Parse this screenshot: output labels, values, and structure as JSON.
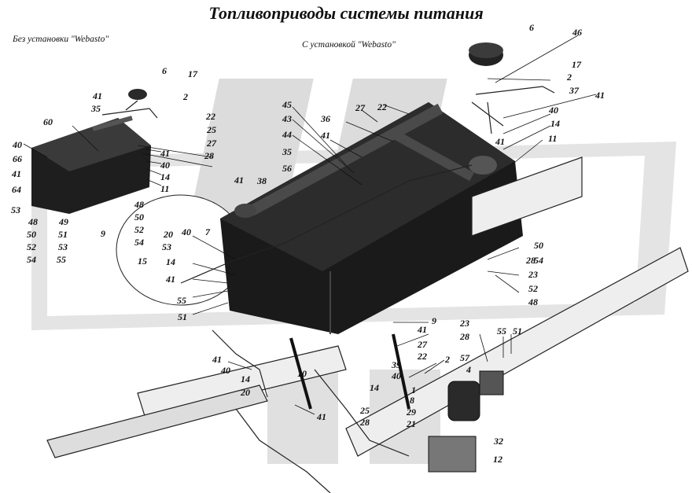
{
  "title": "Топливоприводы системы питания",
  "subtitle_left": "Без установки \"Webasto\"",
  "subtitle_right": "С установкой \"Webasto\"",
  "colors": {
    "line": "#111111",
    "tank": "#1a1a1a",
    "watermark": "#d6d6d6"
  },
  "callouts": [
    {
      "id": "c1",
      "text": "6"
    },
    {
      "id": "c2",
      "text": "17"
    },
    {
      "id": "c3",
      "text": "41"
    },
    {
      "id": "c4",
      "text": "35"
    },
    {
      "id": "c5",
      "text": "2"
    },
    {
      "id": "c6",
      "text": "22"
    },
    {
      "id": "c7",
      "text": "25"
    },
    {
      "id": "c8",
      "text": "27"
    },
    {
      "id": "c9",
      "text": "28"
    },
    {
      "id": "c10",
      "text": "60"
    },
    {
      "id": "c11",
      "text": "40"
    },
    {
      "id": "c12",
      "text": "66"
    },
    {
      "id": "c13",
      "text": "41"
    },
    {
      "id": "c14",
      "text": "64"
    },
    {
      "id": "c15",
      "text": "53"
    },
    {
      "id": "c16",
      "text": "41"
    },
    {
      "id": "c17",
      "text": "40"
    },
    {
      "id": "c18",
      "text": "14"
    },
    {
      "id": "c19",
      "text": "11"
    },
    {
      "id": "c20",
      "text": "48"
    },
    {
      "id": "c21",
      "text": "49"
    },
    {
      "id": "c22",
      "text": "9"
    },
    {
      "id": "c23",
      "text": "48"
    },
    {
      "id": "c24",
      "text": "50"
    },
    {
      "id": "c25",
      "text": "52"
    },
    {
      "id": "c26",
      "text": "54"
    },
    {
      "id": "c27",
      "text": "50"
    },
    {
      "id": "c28",
      "text": "51"
    },
    {
      "id": "c29",
      "text": "52"
    },
    {
      "id": "c30",
      "text": "53"
    },
    {
      "id": "c31",
      "text": "54"
    },
    {
      "id": "c32",
      "text": "55"
    },
    {
      "id": "c33",
      "text": "45"
    },
    {
      "id": "c34",
      "text": "43"
    },
    {
      "id": "c35",
      "text": "44"
    },
    {
      "id": "c36",
      "text": "35"
    },
    {
      "id": "c37",
      "text": "56"
    },
    {
      "id": "c38",
      "text": "27"
    },
    {
      "id": "c39",
      "text": "22"
    },
    {
      "id": "c40",
      "text": "36"
    },
    {
      "id": "c41",
      "text": "41"
    },
    {
      "id": "c42",
      "text": "6"
    },
    {
      "id": "c43",
      "text": "46"
    },
    {
      "id": "c44",
      "text": "17"
    },
    {
      "id": "c45",
      "text": "2"
    },
    {
      "id": "c46",
      "text": "37"
    },
    {
      "id": "c47",
      "text": "41"
    },
    {
      "id": "c48",
      "text": "40"
    },
    {
      "id": "c49",
      "text": "14"
    },
    {
      "id": "c50",
      "text": "41"
    },
    {
      "id": "c51",
      "text": "11"
    },
    {
      "id": "c52",
      "text": "41"
    },
    {
      "id": "c53",
      "text": "38"
    },
    {
      "id": "c54",
      "text": "20"
    },
    {
      "id": "c55",
      "text": "40"
    },
    {
      "id": "c56",
      "text": "7"
    },
    {
      "id": "c57",
      "text": "53"
    },
    {
      "id": "c58",
      "text": "14"
    },
    {
      "id": "c59",
      "text": "15"
    },
    {
      "id": "c60",
      "text": "41"
    },
    {
      "id": "c61",
      "text": "55"
    },
    {
      "id": "c62",
      "text": "51"
    },
    {
      "id": "c63",
      "text": "50"
    },
    {
      "id": "c64",
      "text": "54"
    },
    {
      "id": "c65",
      "text": "28"
    },
    {
      "id": "c66",
      "text": "23"
    },
    {
      "id": "c67",
      "text": "52"
    },
    {
      "id": "c68",
      "text": "48"
    },
    {
      "id": "c69",
      "text": "9"
    },
    {
      "id": "c70",
      "text": "41"
    },
    {
      "id": "c71",
      "text": "27"
    },
    {
      "id": "c72",
      "text": "22"
    },
    {
      "id": "c73",
      "text": "2"
    },
    {
      "id": "c74",
      "text": "39"
    },
    {
      "id": "c75",
      "text": "40"
    },
    {
      "id": "c76",
      "text": "14"
    },
    {
      "id": "c77",
      "text": "25"
    },
    {
      "id": "c78",
      "text": "28"
    },
    {
      "id": "c79",
      "text": "1"
    },
    {
      "id": "c80",
      "text": "8"
    },
    {
      "id": "c81",
      "text": "29"
    },
    {
      "id": "c82",
      "text": "21"
    },
    {
      "id": "c83",
      "text": "57"
    },
    {
      "id": "c84",
      "text": "4"
    },
    {
      "id": "c85",
      "text": "23"
    },
    {
      "id": "c86",
      "text": "28"
    },
    {
      "id": "c87",
      "text": "55"
    },
    {
      "id": "c88",
      "text": "51"
    },
    {
      "id": "c89",
      "text": "41"
    },
    {
      "id": "c90",
      "text": "40"
    },
    {
      "id": "c91",
      "text": "14"
    },
    {
      "id": "c92",
      "text": "20"
    },
    {
      "id": "c93",
      "text": "10"
    },
    {
      "id": "c94",
      "text": "41"
    },
    {
      "id": "c95",
      "text": "32"
    },
    {
      "id": "c96",
      "text": "12"
    }
  ]
}
